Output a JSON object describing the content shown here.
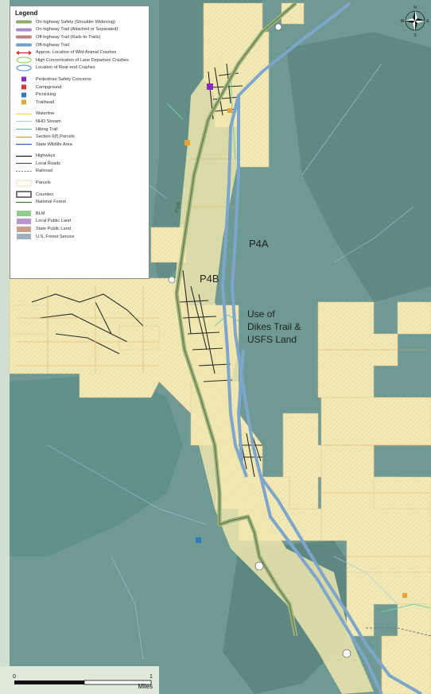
{
  "legend": {
    "title": "Legend",
    "items": [
      {
        "label": "On-highway Safety (Shoulder Widening)",
        "symbol": "band",
        "color": "#8fac6a"
      },
      {
        "label": "On-highway Trail (Attached or Separated)",
        "symbol": "band",
        "color": "#a88bc6"
      },
      {
        "label": "Off-highway Trail (Rails-to-Trails)",
        "symbol": "band",
        "color": "#c27f7f"
      },
      {
        "label": "Off-highway Trail",
        "symbol": "band",
        "color": "#6fa0c8"
      },
      {
        "label": "Approx. Location of Wild Animal Crashes",
        "symbol": "arrow",
        "color": "#cc2222"
      },
      {
        "label": "High Concentration of Lane Departure Crashes",
        "symbol": "ellipse",
        "color": "#7ed14e"
      },
      {
        "label": "Location of Rear-end Crashes",
        "symbol": "ellipse",
        "color": "#4f86d8"
      },
      {
        "label": "Pedestrian Safety Concerns",
        "symbol": "square",
        "color": "#8a2ac0"
      },
      {
        "label": "Campground",
        "symbol": "square",
        "color": "#d63a3a"
      },
      {
        "label": "Picnicking",
        "symbol": "square",
        "color": "#2b7bbf"
      },
      {
        "label": "Trailhead",
        "symbol": "square",
        "color": "#e5a53a"
      },
      {
        "label": "Waterline",
        "symbol": "line",
        "color": "#f0dc3a"
      },
      {
        "label": "NHD Stream",
        "symbol": "line",
        "color": "#9fd4ee"
      },
      {
        "label": "Hiking Trail",
        "symbol": "line",
        "color": "#6ac49a"
      },
      {
        "label": "Section 6(f) Parcels",
        "symbol": "line",
        "color": "#e89a2a"
      },
      {
        "label": "State Wildlife Area",
        "symbol": "line",
        "color": "#3e56b8"
      },
      {
        "label": "Highways",
        "symbol": "line",
        "color": "#1a1a1a"
      },
      {
        "label": "Local Roads",
        "symbol": "line",
        "color": "#555555"
      },
      {
        "label": "Railroad",
        "symbol": "railroad",
        "color": "#777777"
      },
      {
        "label": "Parcels",
        "symbol": "box",
        "color": "#f3d6a0"
      },
      {
        "label": "Counties",
        "symbol": "box",
        "color": "#555555"
      },
      {
        "label": "National Forest",
        "symbol": "line",
        "color": "#4c7a3a"
      },
      {
        "label": "BLM",
        "symbol": "fill",
        "color": "#8fcf8a"
      },
      {
        "label": "Local Public Land",
        "symbol": "fill",
        "color": "#b996cf"
      },
      {
        "label": "State Public Land",
        "symbol": "fill",
        "color": "#c9a08c"
      },
      {
        "label": "U.S. Forest Service",
        "symbol": "fill",
        "color": "#9cb0c0"
      }
    ]
  },
  "map_labels": {
    "p4a": "P4A",
    "p4b": "P4B",
    "dikes_line1": "Use of",
    "dikes_line2": "Dikes Trail &",
    "dikes_line3": "USFS Land",
    "route": "P106"
  },
  "compass": {
    "n": "N",
    "e": "E",
    "s": "S",
    "w": "W"
  },
  "scalebar": {
    "start": "0",
    "end": "1",
    "unit": "Miles"
  },
  "colors": {
    "forest": "#6e9a93",
    "forest_dark": "#5b8680",
    "private_land": "#efe8b3",
    "valley": "#e9e2a8",
    "trail_blue": "#7ea6cc",
    "highway_green": "#9bb27a"
  }
}
